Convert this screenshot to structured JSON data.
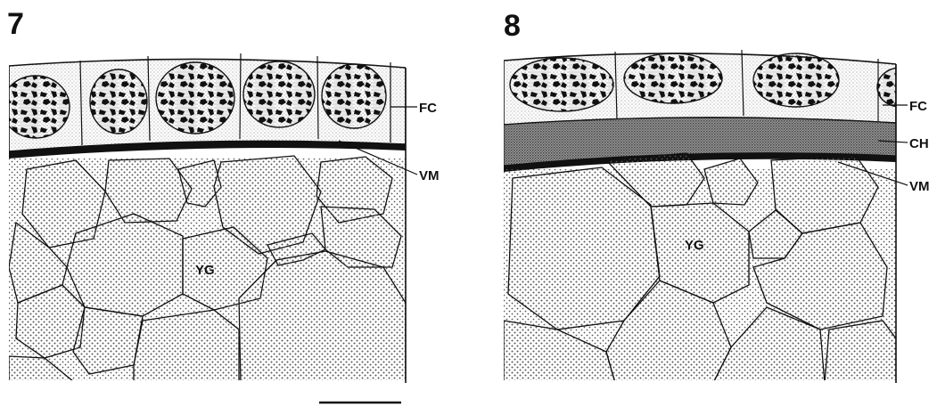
{
  "figure": {
    "panels": [
      {
        "number": "7",
        "labels": {
          "follicle_cells": "FC",
          "vitelline_membrane": "VM",
          "yolk_granules": "YG"
        }
      },
      {
        "number": "8",
        "labels": {
          "follicle_cells": "FC",
          "chorion": "CH",
          "vitelline_membrane": "VM",
          "yolk_granules": "YG"
        }
      }
    ],
    "scale_bar": {
      "present": true,
      "text": ""
    },
    "style": {
      "ink": "#111111",
      "paper": "#ffffff",
      "stipple": "#555555"
    }
  }
}
